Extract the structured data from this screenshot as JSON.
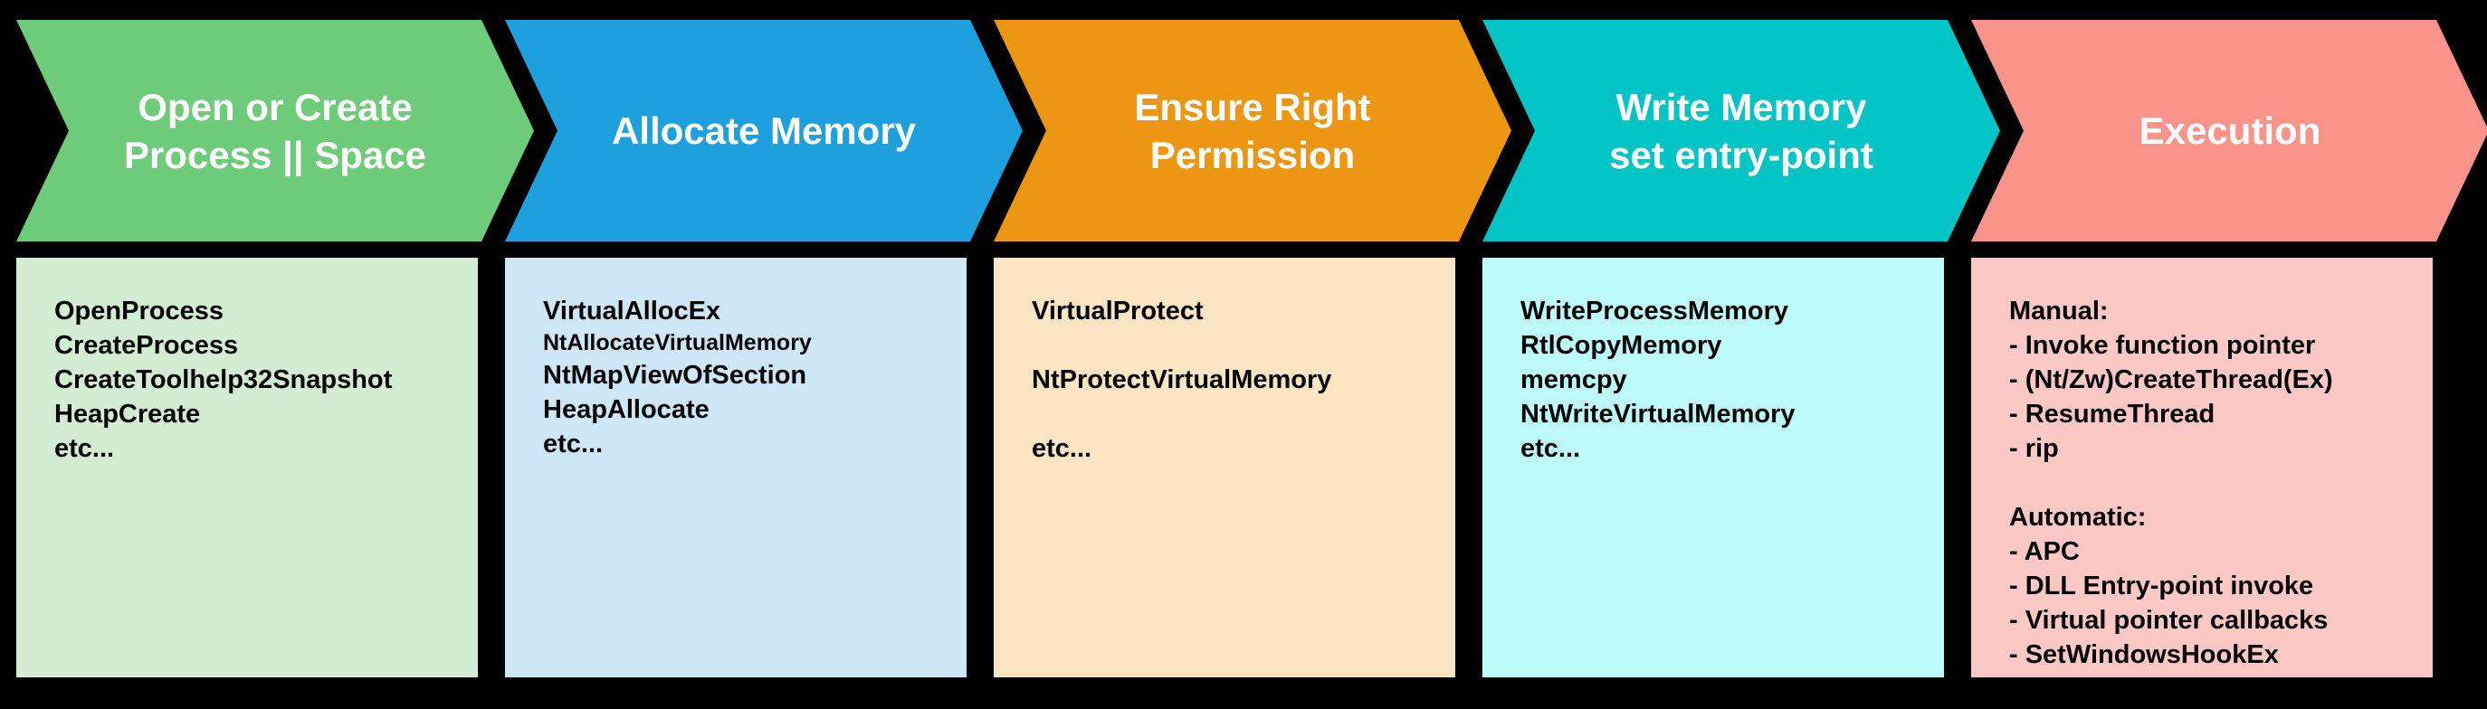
{
  "diagram": {
    "background_color": "#000000",
    "title_text_color": "#ffffff",
    "box_text_color": "#000000"
  },
  "stages": [
    {
      "id": "open-or-create-process",
      "title": "Open or Create\nProcess || Space",
      "chevron_color": "#6ECB7A",
      "box_color": "#D2EDD1",
      "lines": [
        {
          "text": "OpenProcess"
        },
        {
          "text": "CreateProcess"
        },
        {
          "text": "CreateToolhelp32Snapshot"
        },
        {
          "text": "HeapCreate"
        },
        {
          "text": "etc..."
        }
      ]
    },
    {
      "id": "allocate-memory",
      "title": "Allocate Memory",
      "chevron_color": "#1EA0DE",
      "box_color": "#CDE7F7",
      "lines": [
        {
          "text": "VirtualAllocEx"
        },
        {
          "text": "NtAllocateVirtualMemory",
          "small": true
        },
        {
          "text": "NtMapViewOfSection"
        },
        {
          "text": "HeapAllocate"
        },
        {
          "text": "etc..."
        }
      ]
    },
    {
      "id": "ensure-right-permission",
      "title": "Ensure Right\nPermission",
      "chevron_color": "#EC9613",
      "box_color": "#FAE5C2",
      "lines": [
        {
          "text": "VirtualProtect"
        },
        {
          "text": ""
        },
        {
          "text": "NtProtectVirtualMemory"
        },
        {
          "text": ""
        },
        {
          "text": "etc..."
        }
      ]
    },
    {
      "id": "write-memory-set-entry-point",
      "title": "Write Memory\nset entry-point",
      "chevron_color": "#00C5C4",
      "box_color": "#BDFBFB",
      "lines": [
        {
          "text": "WriteProcessMemory"
        },
        {
          "text": "RtlCopyMemory"
        },
        {
          "text": "memcpy"
        },
        {
          "text": "NtWriteVirtualMemory"
        },
        {
          "text": "etc..."
        }
      ]
    },
    {
      "id": "execution",
      "title": "Execution",
      "chevron_color": "#FA938A",
      "box_color": "#FBC8C3",
      "lines": [
        {
          "text": "Manual:"
        },
        {
          "text": "- Invoke function pointer"
        },
        {
          "text": "- (Nt/Zw)CreateThread(Ex)"
        },
        {
          "text": "- ResumeThread"
        },
        {
          "text": "- rip"
        },
        {
          "text": ""
        },
        {
          "text": "Automatic:"
        },
        {
          "text": "- APC"
        },
        {
          "text": "- DLL Entry-point invoke"
        },
        {
          "text": "- Virtual pointer callbacks"
        },
        {
          "text": "- SetWindowsHookEx"
        }
      ]
    }
  ]
}
